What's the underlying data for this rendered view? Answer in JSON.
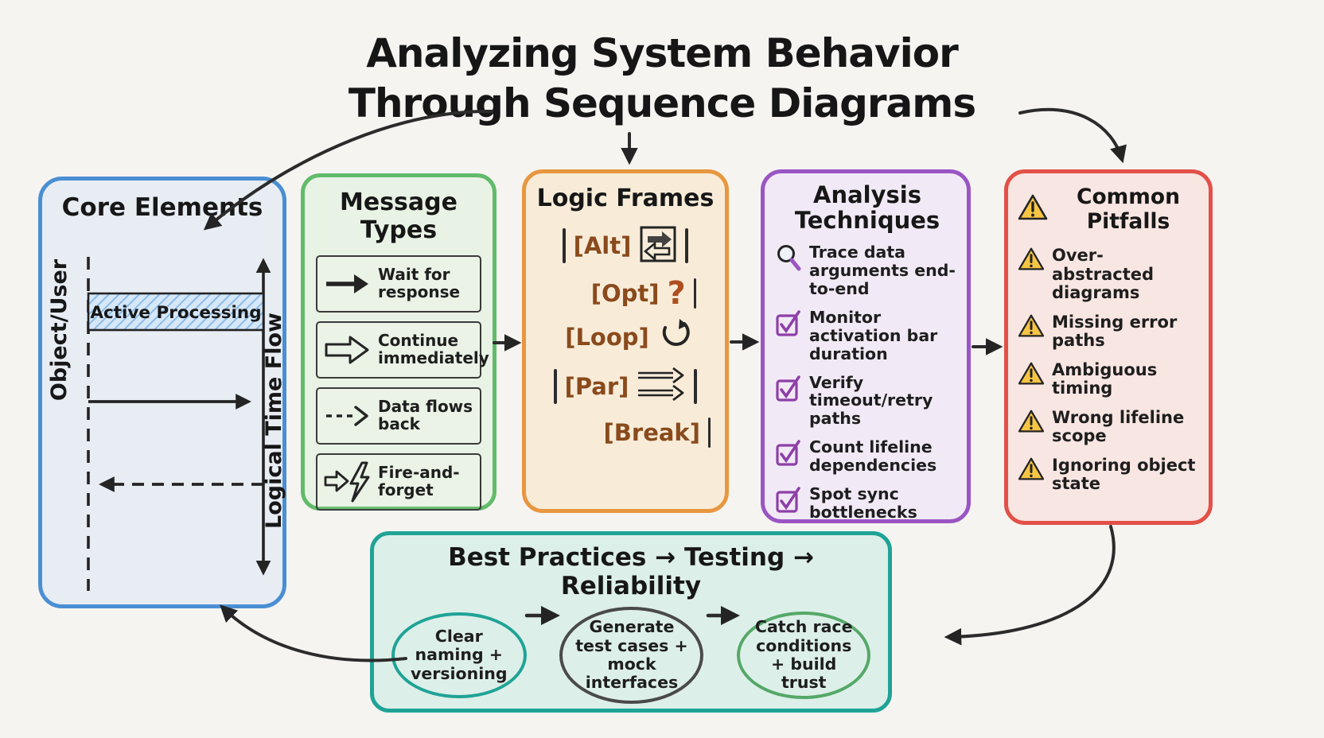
{
  "title": {
    "line1": "Analyzing System Behavior",
    "line2": "Through Sequence Diagrams"
  },
  "panels": {
    "core_elements": {
      "title": "Core Elements",
      "lifeline_label": "Object/User",
      "activation_label": "Active Processing",
      "time_axis_label": "Logical Time Flow"
    },
    "message_types": {
      "title": "Message Types",
      "items": [
        {
          "icon": "solid-arrow-icon",
          "label": "Wait for response"
        },
        {
          "icon": "open-arrow-icon",
          "label": "Continue immediately"
        },
        {
          "icon": "dashed-arrow-icon",
          "label": "Data flows back"
        },
        {
          "icon": "fire-and-forget-icon",
          "label": "Fire-and-forget"
        }
      ]
    },
    "logic_frames": {
      "title": "Logic Frames",
      "question_mark": "?",
      "items": [
        {
          "label": "[Alt]",
          "icon": "alt-swap-icon"
        },
        {
          "label": "[Opt]",
          "icon": "question-mark"
        },
        {
          "label": "[Loop]",
          "icon": "loop-arrow-icon"
        },
        {
          "label": "[Par]",
          "icon": "parallel-arrows-icon"
        },
        {
          "label": "[Break]",
          "icon": "none"
        }
      ]
    },
    "analysis_techniques": {
      "title": "Analysis Techniques",
      "items": [
        {
          "icon": "magnifier-icon",
          "label": "Trace data arguments end-to-end"
        },
        {
          "icon": "checkbox-icon",
          "label": "Monitor activation bar duration"
        },
        {
          "icon": "checkbox-icon",
          "label": "Verify timeout/retry paths"
        },
        {
          "icon": "checkbox-icon",
          "label": "Count lifeline dependencies"
        },
        {
          "icon": "checkbox-icon",
          "label": "Spot sync bottlenecks"
        }
      ]
    },
    "common_pitfalls": {
      "title": "Common Pitfalls",
      "title_icon": "warning-triangle-icon",
      "items": [
        "Over-abstracted diagrams",
        "Missing error paths",
        "Ambiguous timing",
        "Wrong lifeline scope",
        "Ignoring object state"
      ]
    },
    "best_practices": {
      "title": "Best Practices → Testing → Reliability",
      "ovals": [
        {
          "label": "Clear naming + versioning",
          "outline_color": "#1fa396"
        },
        {
          "label": "Generate test cases + mock interfaces",
          "outline_color": "#4a4a4a"
        },
        {
          "label": "Catch race conditions + build trust",
          "outline_color": "#55a868"
        }
      ]
    }
  },
  "colors": {
    "background": "#f6f4f1",
    "ink": "#2b2b2b",
    "core_border": "#4a8fd3",
    "core_fill": "#e8edf4",
    "message_border": "#61bb6b",
    "message_fill": "#e9f3e5",
    "logic_border": "#e8963f",
    "logic_fill": "#f8ecd9",
    "logic_text": "#8a4a1c",
    "analysis_border": "#9a55c4",
    "analysis_fill": "#f1eaf6",
    "pitfalls_border": "#e25048",
    "pitfalls_fill": "#f8e6e2",
    "best_border": "#1fa396",
    "best_fill": "#ddefe9",
    "warning_yellow": "#f6c544",
    "checkbox_purple": "#8e3fa8",
    "activation_blue": "#a8cdf0"
  }
}
